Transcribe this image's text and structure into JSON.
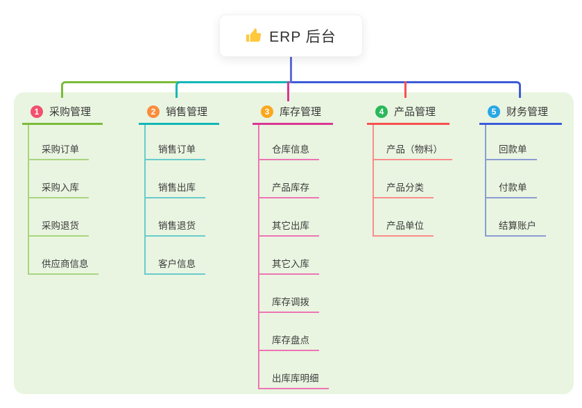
{
  "root_node": {
    "label": "ERP 后台",
    "icon": "thumbs-up",
    "icon_color": "#FFC83D"
  },
  "connector": {
    "root_line_color": "#5F6AD9"
  },
  "board": {
    "background": "#E9F5E1"
  },
  "branches": [
    {
      "number": "1",
      "title": "采购管理",
      "badge_color": "#F1506E",
      "line_color": "#7ABB3B",
      "sub_line_color": "#A9D47F",
      "children": [
        "采购订单",
        "采购入库",
        "采购退货",
        "供应商信息"
      ]
    },
    {
      "number": "2",
      "title": "销售管理",
      "badge_color": "#FB8C3C",
      "line_color": "#12B6B6",
      "sub_line_color": "#68CBCB",
      "children": [
        "销售订单",
        "销售出库",
        "销售退货",
        "客户信息"
      ]
    },
    {
      "number": "3",
      "title": "库存管理",
      "badge_color": "#FCA71C",
      "line_color": "#DC3593",
      "sub_line_color": "#EE74B4",
      "children": [
        "仓库信息",
        "产品库存",
        "其它出库",
        "其它入库",
        "库存调拨",
        "库存盘点",
        "出库库明细"
      ]
    },
    {
      "number": "4",
      "title": "产品管理",
      "badge_color": "#2BB85B",
      "line_color": "#F8504F",
      "sub_line_color": "#FA8C8C",
      "children": [
        "产品（物料）",
        "产品分类",
        "产品单位"
      ]
    },
    {
      "number": "5",
      "title": "财务管理",
      "badge_color": "#29A7E6",
      "line_color": "#3C5BD9",
      "sub_line_color": "#8B9BD4",
      "children": [
        "回款单",
        "付款单",
        "结算账户"
      ]
    }
  ]
}
